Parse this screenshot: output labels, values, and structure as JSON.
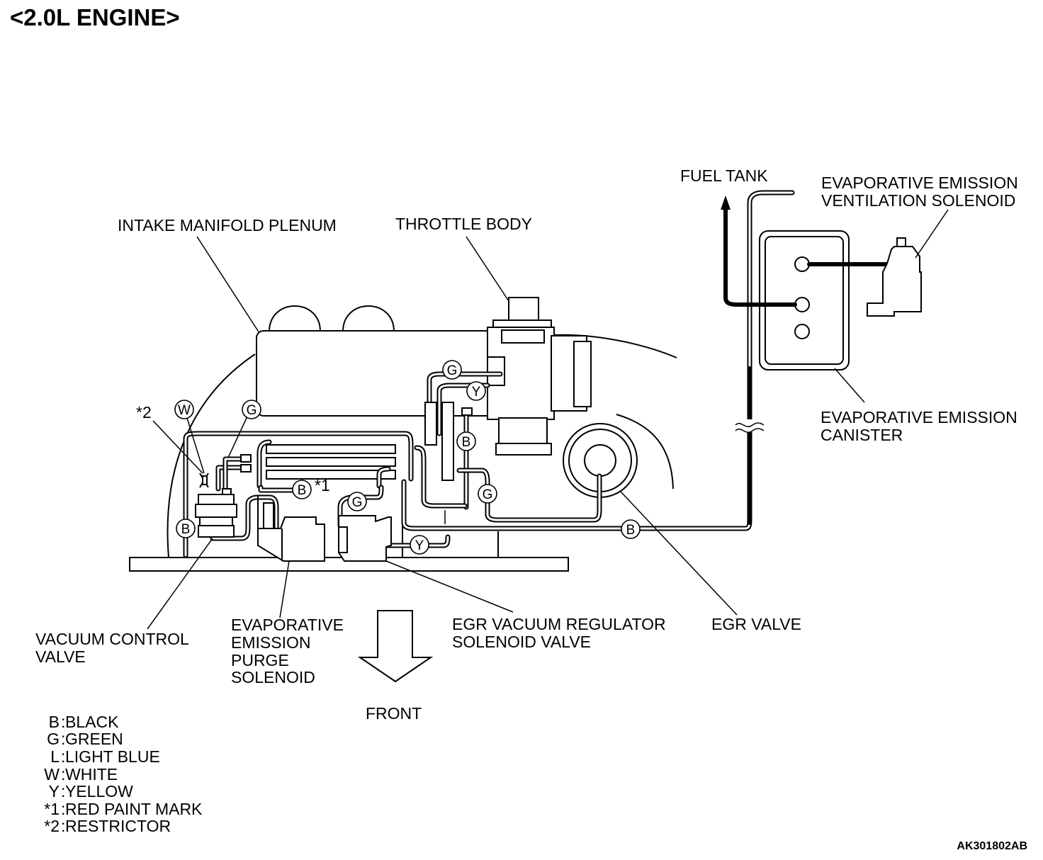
{
  "title": "<2.0L ENGINE>",
  "labels": {
    "intake_manifold_plenum": "INTAKE MANIFOLD PLENUM",
    "throttle_body": "THROTTLE BODY",
    "fuel_tank": "FUEL TANK",
    "ventilation_solenoid": [
      "EVAPORATIVE EMISSION",
      "VENTILATION SOLENOID"
    ],
    "canister": [
      "EVAPORATIVE EMISSION",
      "CANISTER"
    ],
    "vacuum_control_valve": [
      "VACUUM CONTROL",
      "VALVE"
    ],
    "purge_solenoid": [
      "EVAPORATIVE",
      "EMISSION",
      "PURGE",
      "SOLENOID"
    ],
    "egr_regulator": [
      "EGR VACUUM REGULATOR",
      "SOLENOID VALVE"
    ],
    "egr_valve": "EGR VALVE",
    "front": "FRONT",
    "restrictor_marker": "*2",
    "red_paint_marker": "*1"
  },
  "hose_tags": {
    "w": "W",
    "g1": "G",
    "g2": "G",
    "g3": "G",
    "g4": "G",
    "y1": "Y",
    "y2": "Y",
    "b1": "B",
    "b2": "B",
    "b3": "B",
    "b4": "B"
  },
  "legend": [
    {
      "code": "B",
      "text": "BLACK"
    },
    {
      "code": "G",
      "text": "GREEN"
    },
    {
      "code": "L",
      "text": "LIGHT BLUE"
    },
    {
      "code": "W",
      "text": "WHITE"
    },
    {
      "code": "Y",
      "text": "YELLOW"
    },
    {
      "code": "*1",
      "text": "RED PAINT MARK"
    },
    {
      "code": "*2",
      "text": "RESTRICTOR"
    }
  ],
  "figure_code": "AK301802AB"
}
